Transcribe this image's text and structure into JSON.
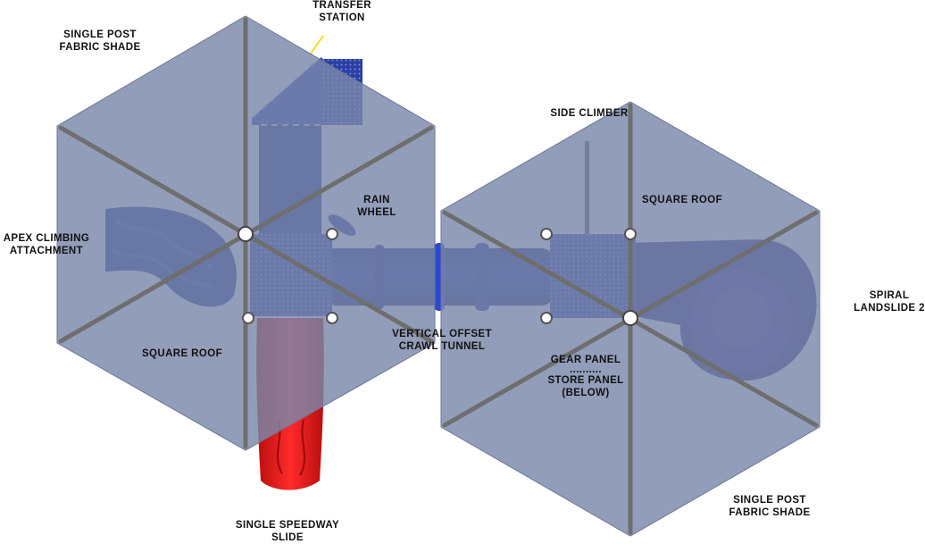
{
  "labels": {
    "transfer_station": [
      "TRANSFER",
      "STATION"
    ],
    "single_post_fabric_shade_left": [
      "SINGLE POST",
      "FABRIC SHADE"
    ],
    "side_climber": [
      "SIDE CLIMBER"
    ],
    "square_roof_right": [
      "SQUARE ROOF"
    ],
    "rain_wheel": [
      "RAIN",
      "WHEEL"
    ],
    "apex_climbing_attachment": [
      "APEX CLIMBING",
      "ATTACHMENT"
    ],
    "spiral_landslide": [
      "SPIRAL",
      "LANDSLIDE 2"
    ],
    "square_roof_left": [
      "SQUARE ROOF"
    ],
    "vertical_offset_crawl_tunnel": [
      "VERTICAL OFFSET",
      "CRAWL TUNNEL"
    ],
    "gear_store_panel": [
      "GEAR PANEL",
      "..........",
      "STORE PANEL",
      "(BELOW)"
    ],
    "single_speedway_slide": [
      "SINGLE SPEEDWAY",
      "SLIDE"
    ],
    "single_post_fabric_shade_right": [
      "SINGLE POST",
      "FABRIC SHADE"
    ]
  },
  "colors": {
    "shade_fill": "#7a88aa",
    "shade_rib": "#6e6e6e",
    "equipment_blue": "#1f2f8e",
    "slide_red": "#e01818",
    "label_text": "#111111"
  }
}
